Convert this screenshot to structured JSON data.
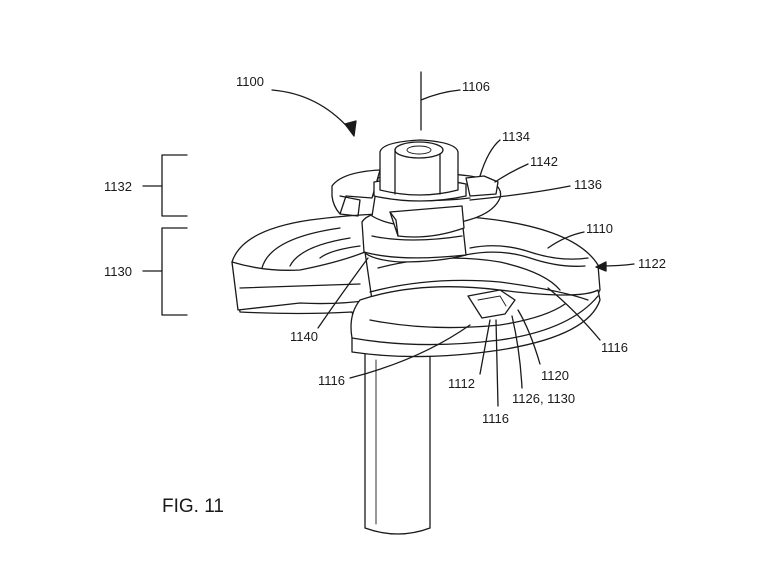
{
  "figure": {
    "caption": "FIG. 11",
    "labels": {
      "l1100": "1100",
      "l1106": "1106",
      "l1134": "1134",
      "l1142": "1142",
      "l1132": "1132",
      "l1136": "1136",
      "l1110": "1110",
      "l1122": "1122",
      "l1130": "1130",
      "l1140": "1140",
      "l1116_right": "1116",
      "l1116_left": "1116",
      "l1112": "1112",
      "l1120": "1120",
      "l1126_1130": "1126, 1130",
      "l1116_bottom": "1116"
    }
  }
}
